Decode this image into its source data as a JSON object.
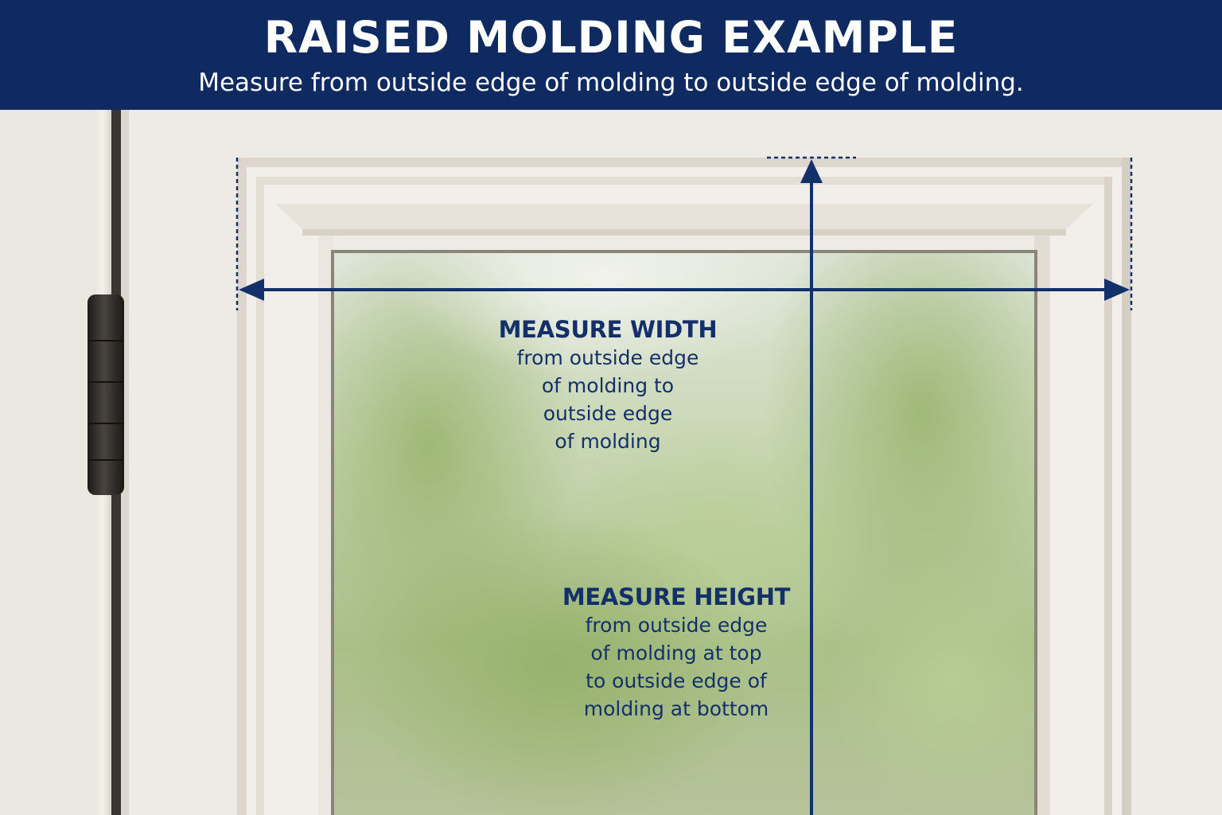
{
  "header": {
    "title": "RAISED MOLDING EXAMPLE",
    "subtitle": "Measure from outside edge of molding to outside edge of molding."
  },
  "width_label": {
    "title": "MEASURE WIDTH",
    "lines": [
      "from outside edge",
      "of molding to",
      "outside edge",
      "of molding"
    ]
  },
  "height_label": {
    "title": "MEASURE HEIGHT",
    "lines": [
      "from outside edge",
      "of molding at top",
      "to outside edge of",
      "molding at bottom"
    ]
  },
  "colors": {
    "header_bg": "#0e2a61",
    "accent": "#14306b",
    "door": "#eeebe6",
    "hinge": "#2a2622"
  },
  "icons": {
    "hinge": "door-hinge-icon",
    "arrow_left": "arrow-left-icon",
    "arrow_right": "arrow-right-icon",
    "arrow_up": "arrow-up-icon"
  }
}
